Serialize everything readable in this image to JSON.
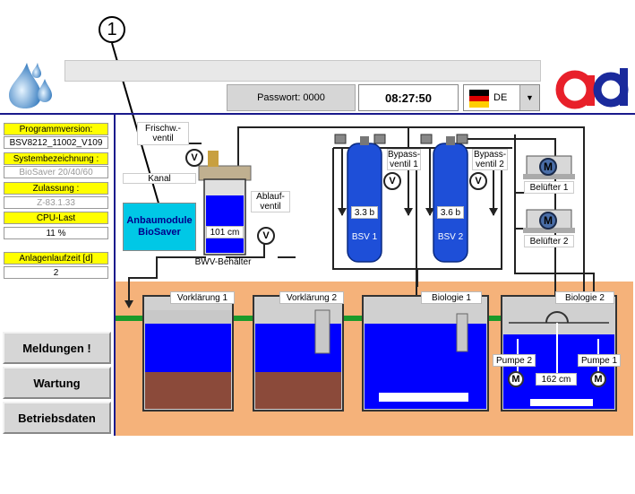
{
  "header": {
    "password": "Passwort: 0000",
    "time": "08:27:50",
    "language": "DE",
    "callout_number": "1"
  },
  "colors": {
    "accent_blue": "#1a1a8c",
    "tank_blue": "#0000ff",
    "sludge": "#8b4a3a",
    "pipe_green": "#1a9a2a",
    "info_yellow": "#ffff00",
    "biosaver_cyan": "#00c8e6",
    "plant_bg": "#f5b27a",
    "logo_red": "#e8202a"
  },
  "info_panel": {
    "program_version_label": "Programmversion:",
    "program_version_value": "BSV8212_11002_V109",
    "system_label": "Systembezeichnung :",
    "system_value": "BioSaver 20/40/60",
    "approval_label": "Zulassung :",
    "approval_value": "Z-83.1.33",
    "cpu_label": "CPU-Last",
    "cpu_value": "11 %",
    "runtime_label": "Anlagenlaufzeit  [d]",
    "runtime_value": "2"
  },
  "sidebar_buttons": {
    "messages": "Meldungen !",
    "maintenance": "Wartung",
    "operating_data": "Betriebsdaten"
  },
  "schematic": {
    "fresh_water_valve": "Frischw.-\nventil",
    "channel": "Kanal",
    "biosaver_module": "Anbaumodule\nBioSaver",
    "bwv_level": "101 cm",
    "bwv_tank": "BWV-Behälter",
    "drain_valve": "Ablauf-\nventil",
    "valve_letter": "V",
    "motor_letter": "M",
    "bsv1_pressure": "3.3 b",
    "bsv1_label": "BSV 1",
    "bsv2_pressure": "3.6 b",
    "bsv2_label": "BSV 2",
    "bypass1": "Bypass-\nventil 1",
    "bypass2": "Bypass-\nventil 2",
    "aerator1": "Belüfter 1",
    "aerator2": "Belüfter 2",
    "tank_pre1": "Vorklärung 1",
    "tank_pre2": "Vorklärung 2",
    "tank_bio1": "Biologie 1",
    "tank_bio2": "Biologie 2",
    "pump1": "Pumpe 1",
    "pump2": "Pumpe 2",
    "bio2_level": "162 cm"
  }
}
